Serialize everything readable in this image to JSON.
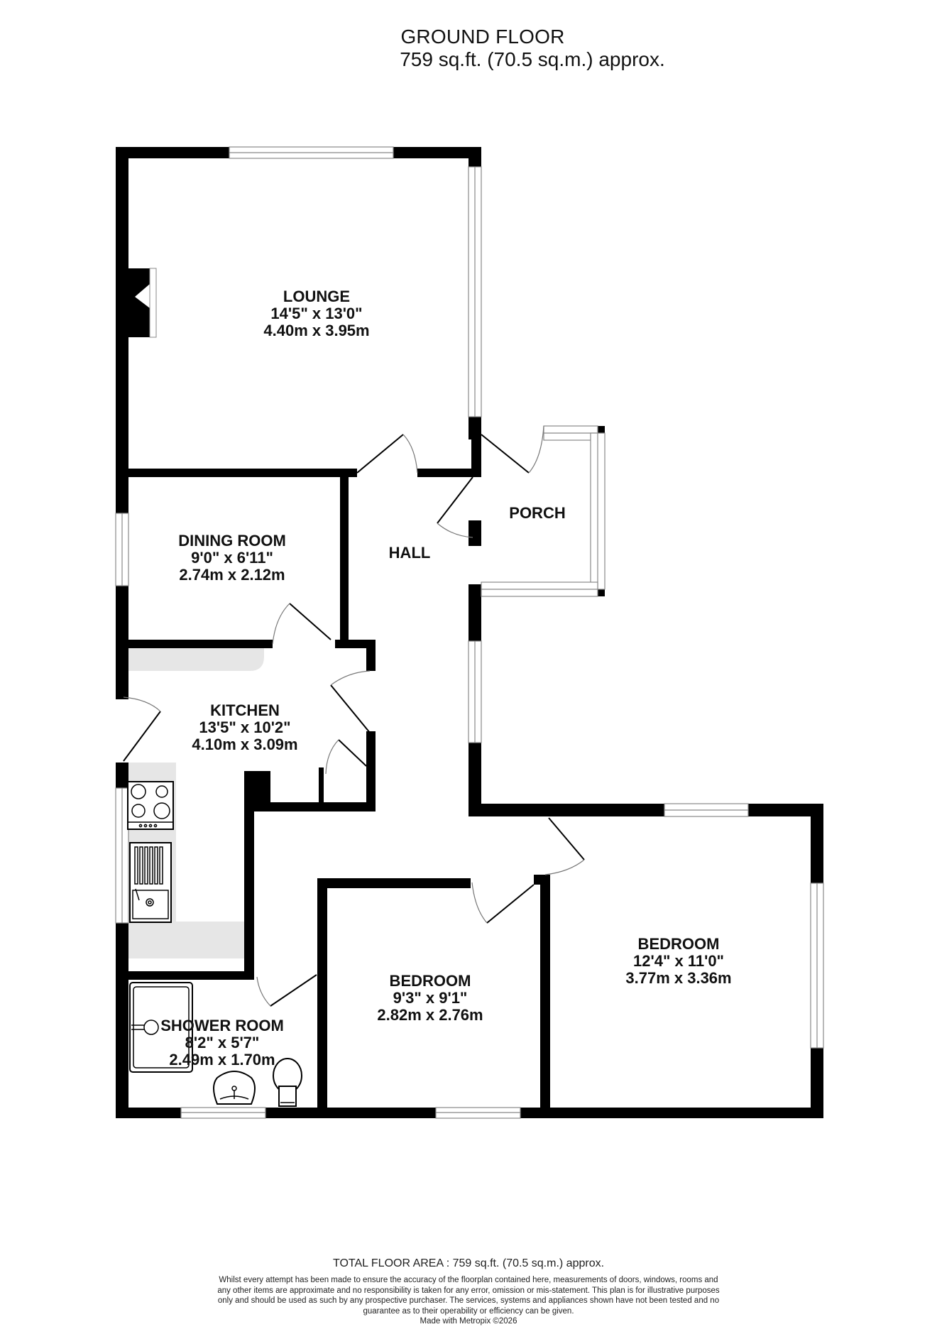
{
  "header": {
    "title": "GROUND FLOOR",
    "area": "759 sq.ft. (70.5 sq.m.) approx."
  },
  "rooms": [
    {
      "name": "LOUNGE",
      "imperial": "14'5\"  x 13'0\"",
      "metric": "4.40m  x 3.95m"
    },
    {
      "name": "DINING ROOM",
      "imperial": "9'0\"  x 6'11\"",
      "metric": "2.74m  x 2.12m"
    },
    {
      "name": "HALL"
    },
    {
      "name": "PORCH"
    },
    {
      "name": "KITCHEN",
      "imperial": "13'5\"  x 10'2\"",
      "metric": "4.10m  x 3.09m"
    },
    {
      "name": "BEDROOM",
      "imperial": "12'4\"  x 11'0\"",
      "metric": "3.77m  x 3.36m"
    },
    {
      "name": "BEDROOM",
      "imperial": "9'3\"  x 9'1\"",
      "metric": "2.82m  x 2.76m"
    },
    {
      "name": "SHOWER ROOM",
      "imperial": "8'2\"  x 5'7\"",
      "metric": "2.49m  x 1.70m"
    }
  ],
  "footer": {
    "total_area": "TOTAL FLOOR AREA : 759 sq.ft. (70.5 sq.m.) approx.",
    "disclaimer": "Whilst every attempt has been made to ensure the accuracy of the floorplan contained here, measurements of doors, windows, rooms and any other items are approximate and no responsibility is taken for any error, omission or mis-statement. This plan is for illustrative purposes only and should be used as such by any prospective purchaser. The services, systems and appliances shown have not been tested and no guarantee as to their operability or efficiency can be given.",
    "credit": "Made with Metropix ©2026"
  },
  "colors": {
    "wall": "#000000",
    "counter": "#e6e6e6",
    "window_line": "#888888"
  }
}
